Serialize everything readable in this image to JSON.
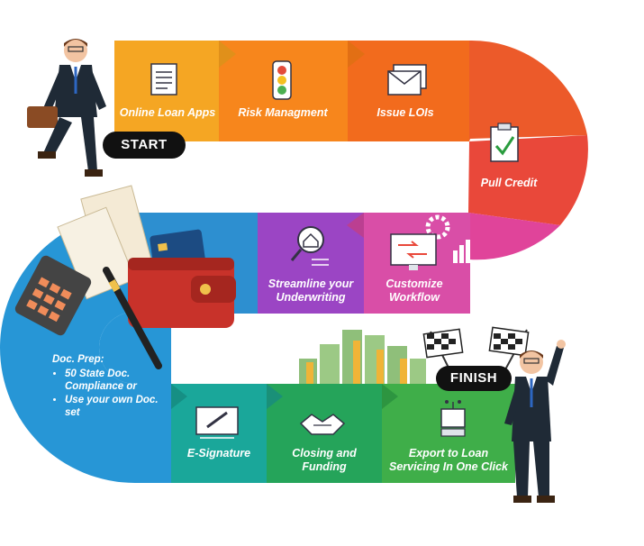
{
  "start_label": "START",
  "finish_label": "FINISH",
  "steps": [
    {
      "label": "Online Loan Apps",
      "icon": "document-icon",
      "color": "#f5a623"
    },
    {
      "label": "Risk Managment",
      "icon": "traffic-light-icon",
      "color": "#f7861c"
    },
    {
      "label": "Issue LOIs",
      "icon": "envelopes-icon",
      "color": "#f26b1d"
    },
    {
      "label": "Pull Credit",
      "icon": "clipboard-check-icon",
      "color": "#e9483a"
    },
    {
      "label": "Customize Workflow",
      "icon": "monitor-workflow-icon",
      "color": "#d94ea7"
    },
    {
      "label": "Streamline your Underwriting",
      "icon": "house-search-icon",
      "color": "#9b45c4"
    },
    {
      "label": "E-Signature",
      "icon": "pen-screen-icon",
      "color": "#1aa79a"
    },
    {
      "label": "Closing and Funding",
      "icon": "handshake-icon",
      "color": "#25a45a"
    },
    {
      "label": "Export to Loan Servicing In One Click",
      "icon": "server-export-icon",
      "color": "#3fae49"
    }
  ],
  "doc_prep": {
    "title": "Doc. Prep:",
    "items": [
      "50 State Doc. Compliance or",
      "Use your own Doc. set"
    ]
  }
}
